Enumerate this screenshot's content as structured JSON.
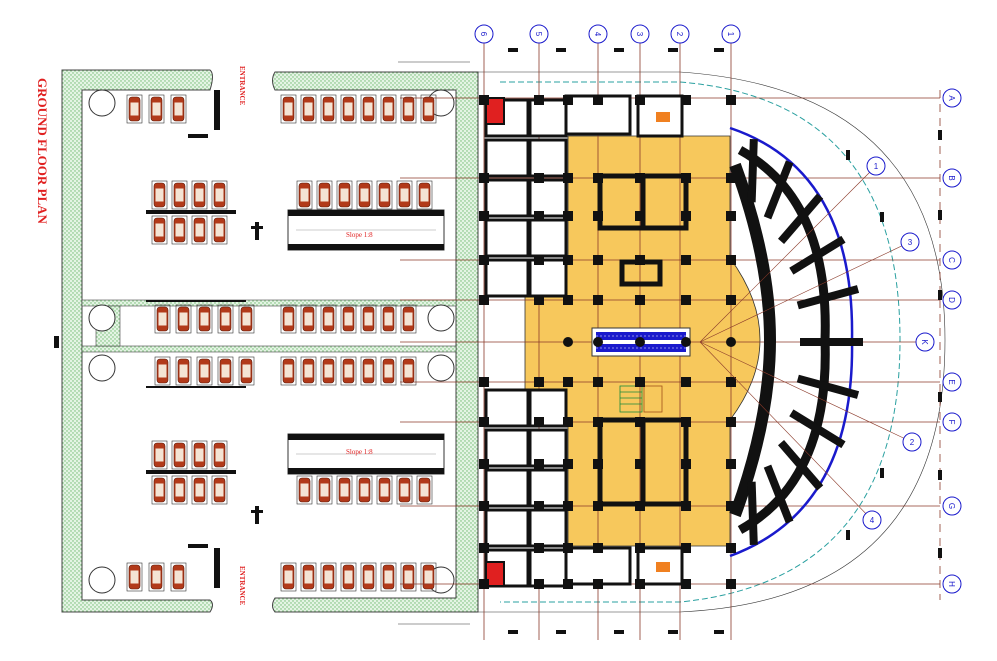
{
  "title": "GROUND FLOOR PLAN",
  "entrance_top": "ENTRANCE",
  "entrance_bottom": "ENTRANCE",
  "slope_top": "Slope 1:8",
  "slope_bottom": "Slope 1:8",
  "grid_columns": [
    "6",
    "5",
    "4",
    "3",
    "2",
    "1"
  ],
  "grid_rows": [
    "A",
    "B",
    "C",
    "D",
    "K",
    "E",
    "F",
    "G",
    "H"
  ],
  "radial_markers": [
    "1",
    "3",
    "2",
    "4"
  ],
  "colors": {
    "hatch_green": "#9ed39e",
    "atrium_yellow": "#f7c85c",
    "car_red": "#b23a1a",
    "grid_line": "#8b3a2a",
    "marker_blue": "#1a1acc",
    "wall_black": "#111111",
    "title_red": "#e02020"
  }
}
